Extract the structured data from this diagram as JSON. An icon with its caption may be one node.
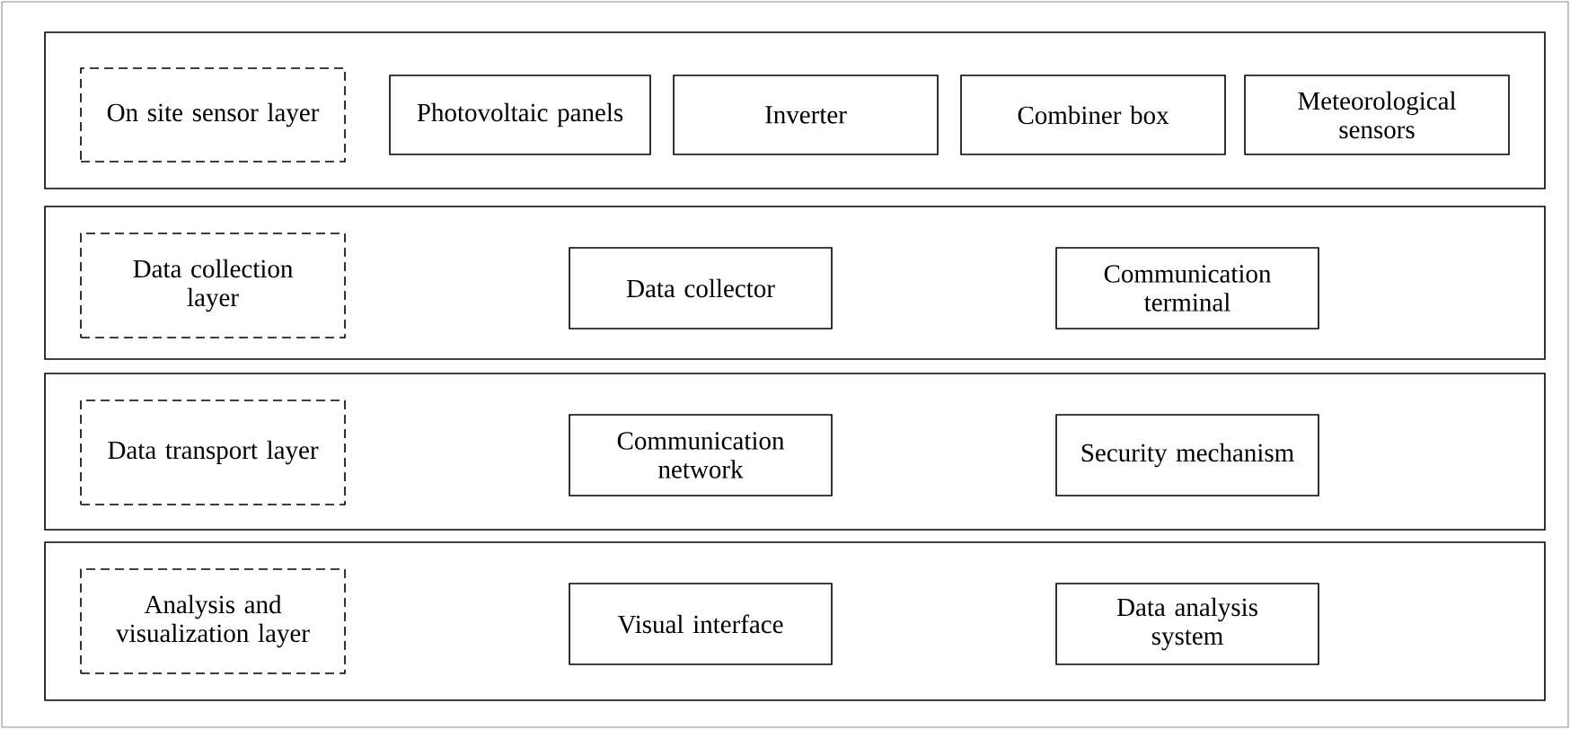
{
  "diagram": {
    "nodes": [
      {
        "text": [],
        "shape": "box"
      },
      {
        "text": [
          "On site sensor layer"
        ],
        "in": 0
      },
      {
        "text": [
          "Photovoltaic panels"
        ],
        "in": 0
      },
      {
        "text": [
          "Inverter"
        ],
        "in": 0
      },
      {
        "text": [
          "Combiner box"
        ],
        "in": 0
      },
      {
        "text": [
          "Meteorological sensors"
        ],
        "in": 0
      },
      {
        "text": [],
        "shape": "box"
      },
      {
        "text": [
          "Data collection layer"
        ],
        "in": 6
      },
      {
        "text": [
          "Data collector"
        ],
        "in": 6
      },
      {
        "text": [
          "Communication terminal"
        ],
        "in": 6
      },
      {
        "text": [],
        "shape": "box"
      },
      {
        "text": [
          "Data transport layer"
        ],
        "in": 10
      },
      {
        "text": [
          "Communication network"
        ],
        "in": 10
      },
      {
        "text": [
          "Security mechanism"
        ],
        "in": 10
      },
      {
        "text": [],
        "shape": "box"
      },
      {
        "text": [
          "Analysis and visualization layer"
        ],
        "in": 14
      },
      {
        "text": [
          "Visual interface"
        ],
        "in": 14
      },
      {
        "text": [
          "Data analysis system"
        ],
        "in": 14
      }
    ]
  }
}
